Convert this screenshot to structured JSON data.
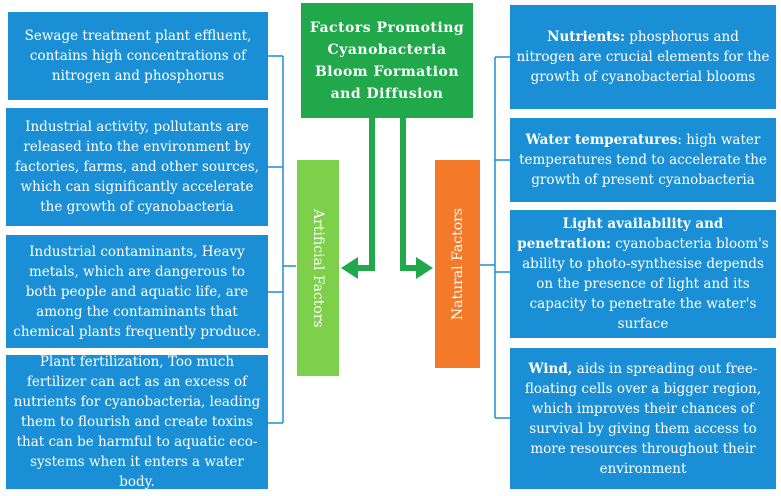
{
  "title": "Factors Promoting Cyanobacteria Bloom Formation and Diffusion",
  "artificial_label": "Artificial Factors",
  "natural_label": "Natural Factors",
  "left_boxes": [
    {
      "text": "Sewage treatment plant effluent, contains high concentrations of nitrogen and phosphorus"
    },
    {
      "text": "Industrial activity, pollutants are released into the environment by factories, farms, and other sources, which can significantly accelerate the growth of cyanobacteria"
    },
    {
      "text": "Industrial contaminants, Heavy metals, which are dangerous to both people and aquatic life, are among the contaminants that chemical plants frequently produce."
    },
    {
      "text": "Plant fertilization, Too much fertilizer can act as an excess of nutrients for cyanobacteria, leading them to flourish and create toxins that can be harmful to aquatic eco-systems when it enters a water body."
    }
  ],
  "right_boxes": [
    {
      "bold": "Nutrients:",
      "text": " phosphorus and nitrogen are crucial elements for the growth of cyanobacterial blooms"
    },
    {
      "bold": "Water temperatures",
      "text": ": high water temperatures tend to accelerate the growth of present cyanobacteria"
    },
    {
      "bold": "Light availability and penetration:",
      "text": " cyanobacteria bloom's ability to photo-synthesise depends on the presence of light and its capacity to penetrate the water's surface"
    },
    {
      "bold": "Wind,",
      "text": " aids in spreading out free-floating cells over a bigger region, which improves their chances of survival by giving them access to more resources throughout their environment"
    }
  ],
  "colors": {
    "title": "#21a84b",
    "box": "#1b8fd6",
    "artificial": "#7ed04a",
    "natural": "#f47a2a",
    "arrow": "#21a84b"
  }
}
